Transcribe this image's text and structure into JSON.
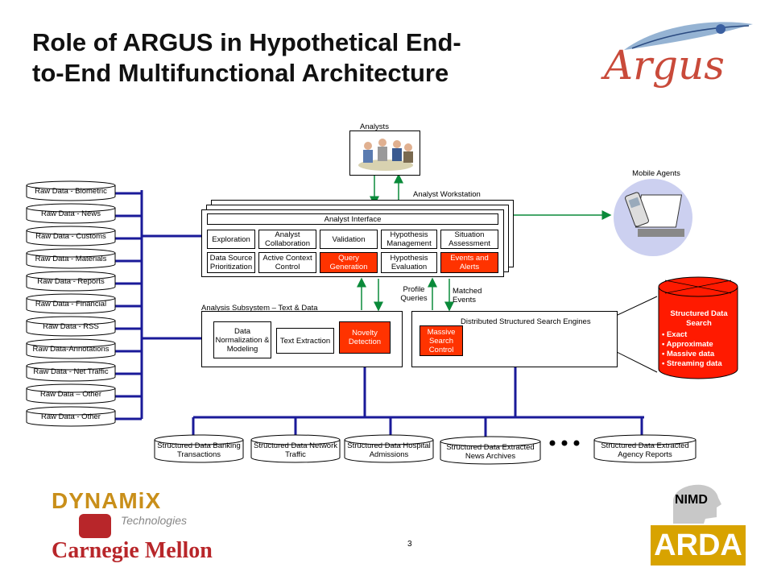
{
  "title_line1": "Role of ARGUS in Hypothetical End-",
  "title_line2": "to-End Multifunctional Architecture",
  "logo_argus": "Argus",
  "analysts": "Analysts",
  "mobile_agents": "Mobile Agents",
  "analyst_workstation": "Analyst Workstation",
  "analyst_interface": "Analyst Interface",
  "ws_boxes": {
    "exploration": "Exploration",
    "collaboration": "Analyst Collaboration",
    "validation": "Validation",
    "hyp_mgmt": "Hypothesis Management",
    "situation": "Situation Assessment",
    "ds_prior": "Data Source Prioritization",
    "active_ctx": "Active Context Control",
    "query_gen": "Query Generation",
    "hyp_eval": "Hypothesis Evaluation",
    "events": "Events and Alerts"
  },
  "profile_queries": "Profile Queries",
  "matched_events": "Matched Events",
  "analysis_subsystem": "Analysis Subsystem – Text & Data",
  "as_boxes": {
    "normalization": "Data Normalization & Modeling",
    "text_extraction": "Text Extraction",
    "novelty": "Novelty Detection"
  },
  "dsse": "Distributed Structured Search Engines",
  "massive_search": "Massive Search Control",
  "sds": {
    "title": "Structured Data Search",
    "bullets": [
      "Exact",
      "Approximate",
      "Massive data",
      "Streaming data"
    ]
  },
  "raw_data": [
    "Raw Data - Biometric",
    "Raw Data - News",
    "Raw Data - Customs",
    "Raw Data - Materials",
    "Raw Data - Reports",
    "Raw Data - Financial",
    "Raw Data - RSS",
    "Raw Data-Annotations",
    "Raw Data - Net Traffic",
    "Raw Data – Other",
    "Raw Data - Other"
  ],
  "structured_data": [
    "Structured Data Banking Transactions",
    "Structured Data Network Traffic",
    "Structured Data Hospital Admissions",
    "Structured Data Extracted News Archives",
    "Structured Data Extracted Agency Reports"
  ],
  "page_number": "3",
  "logo_dynamix": "DYNAMiX",
  "logo_technologies": "Technologies",
  "logo_cmu": "Carnegie Mellon",
  "logo_nimd": "NIMD",
  "logo_arda": "ARDA",
  "colors": {
    "accent_red": "#ff3300",
    "connector_blue": "#1a1a99"
  }
}
